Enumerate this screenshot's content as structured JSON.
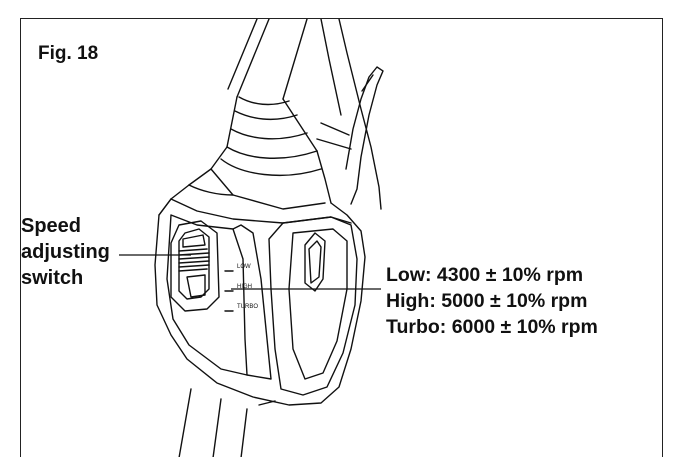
{
  "figure": {
    "title": "Fig. 18",
    "switch_label": [
      "Speed",
      "adjusting",
      "switch"
    ],
    "speed_settings": [
      "Low: 4300 ± 10% rpm",
      "High: 5000 ± 10% rpm",
      "Turbo: 6000 ± 10% rpm"
    ],
    "switch_markings": [
      "LOW",
      "HIGH",
      "TURBO"
    ]
  }
}
